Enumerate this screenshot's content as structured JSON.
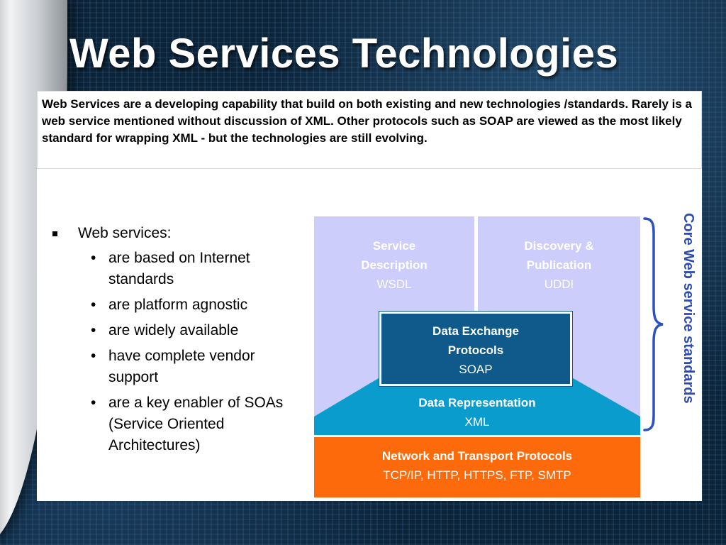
{
  "slide": {
    "title": "Web Services Technologies",
    "intro": "Web Services are a developing capability that build on both existing and new technologies /standards.  Rarely is a web service mentioned without discussion of XML.  Other protocols such as SOAP are viewed as the most likely standard for wrapping XML - but the technologies are still evolving."
  },
  "bullets": {
    "main": "Web services:",
    "items": [
      "are based on Internet standards",
      "are platform agnostic",
      "are widely available",
      "have complete vendor support",
      "are a key enabler of SOAs (Service Oriented Architectures)"
    ]
  },
  "diagram": {
    "service_description": {
      "line1": "Service",
      "line2": "Description",
      "line3": "WSDL"
    },
    "discovery": {
      "line1": "Discovery &",
      "line2": "Publication",
      "line3": "UDDI"
    },
    "data_exchange": {
      "line1": "Data Exchange",
      "line2": "Protocols",
      "line3": "SOAP"
    },
    "data_representation": {
      "line1": "Data Representation",
      "line2": "XML"
    },
    "network": {
      "line1": "Network and Transport Protocols",
      "line2": "TCP/IP, HTTP, HTTPS, FTP, SMTP"
    },
    "side_label": "Core Web service standards",
    "colors": {
      "lavender": "#cdcdfb",
      "soap_blue": "#0f5a8b",
      "teal": "#0a9ccd",
      "orange": "#fd6a0b",
      "brace_blue": "#2b51c2"
    }
  }
}
